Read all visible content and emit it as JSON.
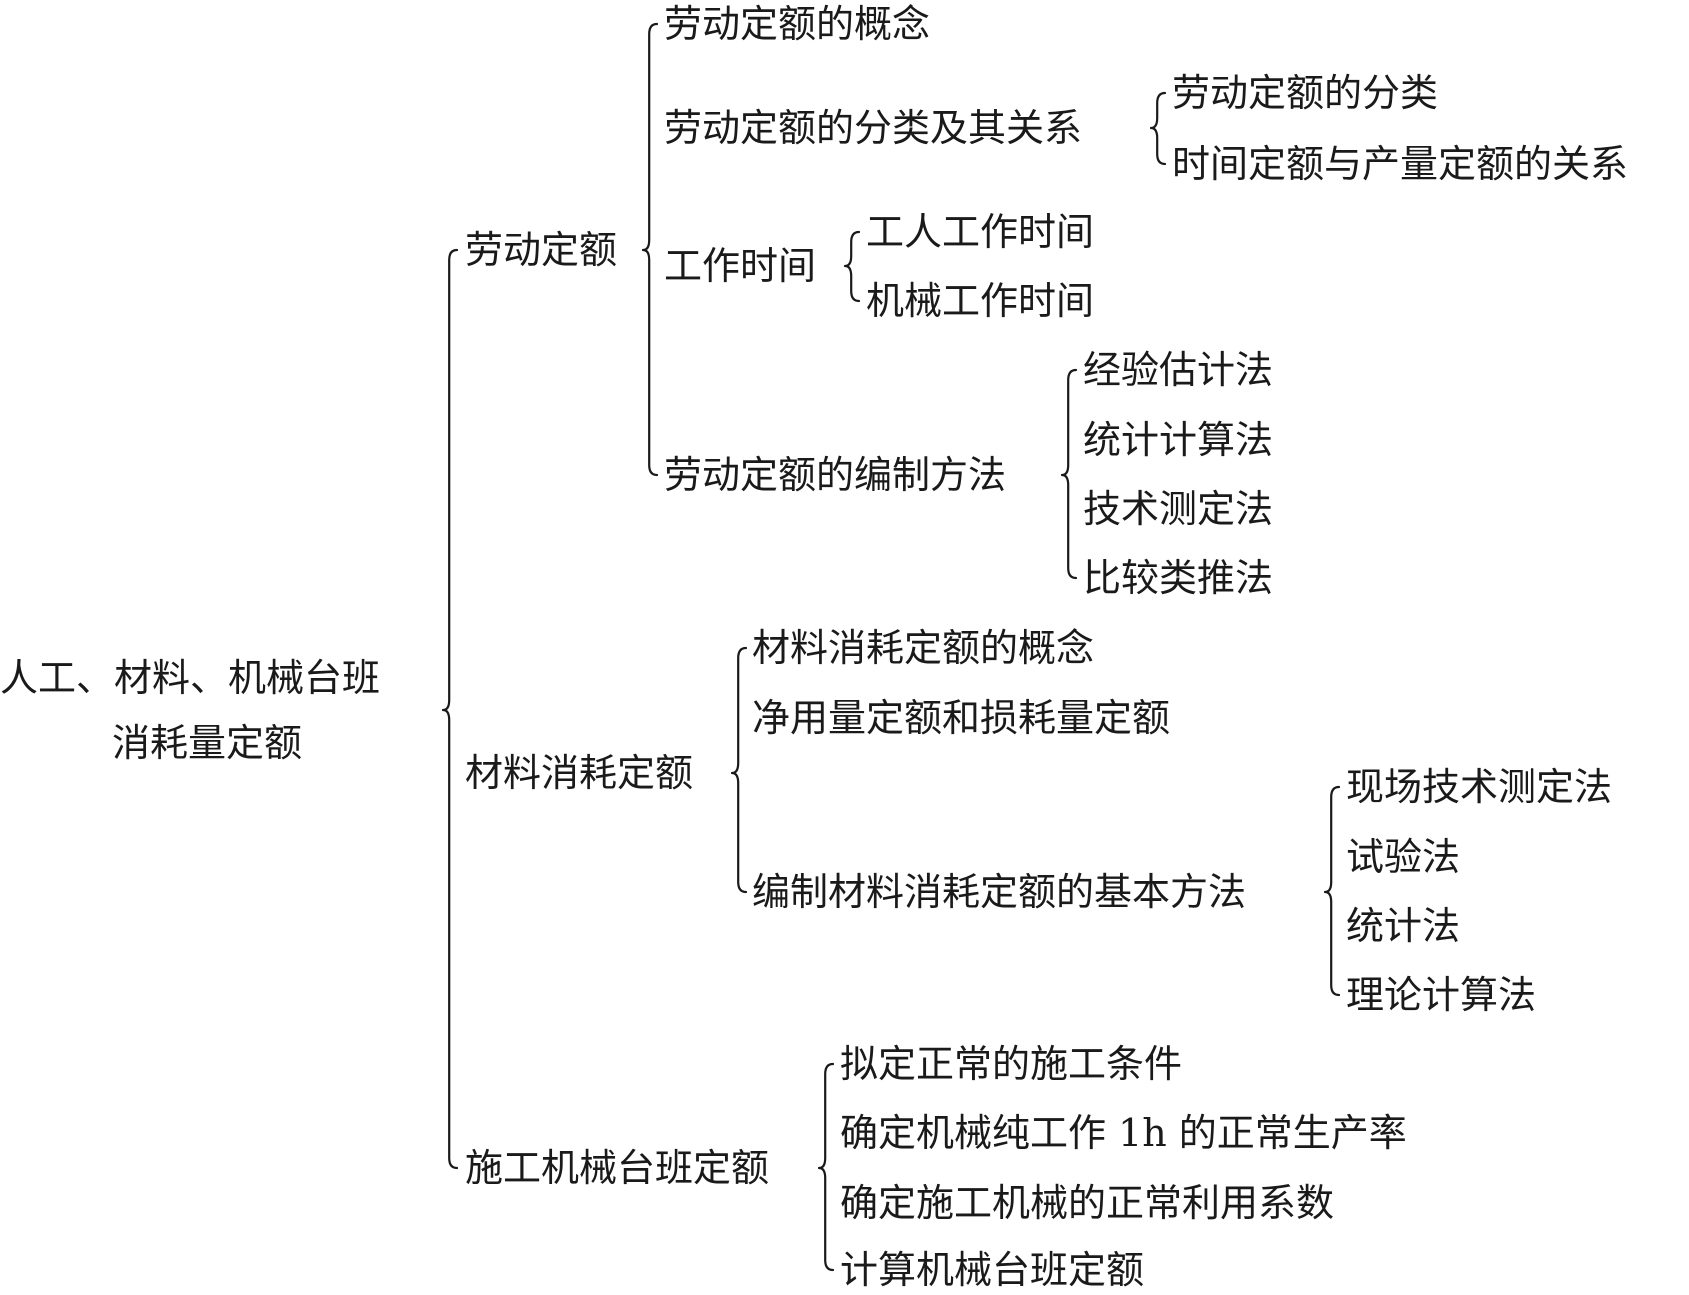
{
  "diagram": {
    "root": {
      "line1": "人工、材料、机械台班",
      "line2": "消耗量定额"
    },
    "branches": [
      {
        "label": "劳动定额",
        "children": [
          {
            "label": "劳动定额的概念"
          },
          {
            "label": "劳动定额的分类及其关系",
            "children": [
              "劳动定额的分类",
              "时间定额与产量定额的关系"
            ]
          },
          {
            "label": "工作时间",
            "children": [
              "工人工作时间",
              "机械工作时间"
            ]
          },
          {
            "label": "劳动定额的编制方法",
            "children": [
              "经验估计法",
              "统计计算法",
              "技术测定法",
              "比较类推法"
            ]
          }
        ]
      },
      {
        "label": "材料消耗定额",
        "children": [
          {
            "label": "材料消耗定额的概念"
          },
          {
            "label": "净用量定额和损耗量定额"
          },
          {
            "label": "编制材料消耗定额的基本方法",
            "children": [
              "现场技术测定法",
              "试验法",
              "统计法",
              "理论计算法"
            ]
          }
        ]
      },
      {
        "label": "施工机械台班定额",
        "children": [
          {
            "label": "拟定正常的施工条件"
          },
          {
            "label": "确定机械纯工作 1h 的正常生产率"
          },
          {
            "label": "确定施工机械的正常利用系数"
          },
          {
            "label": "计算机械台班定额"
          }
        ]
      }
    ]
  }
}
